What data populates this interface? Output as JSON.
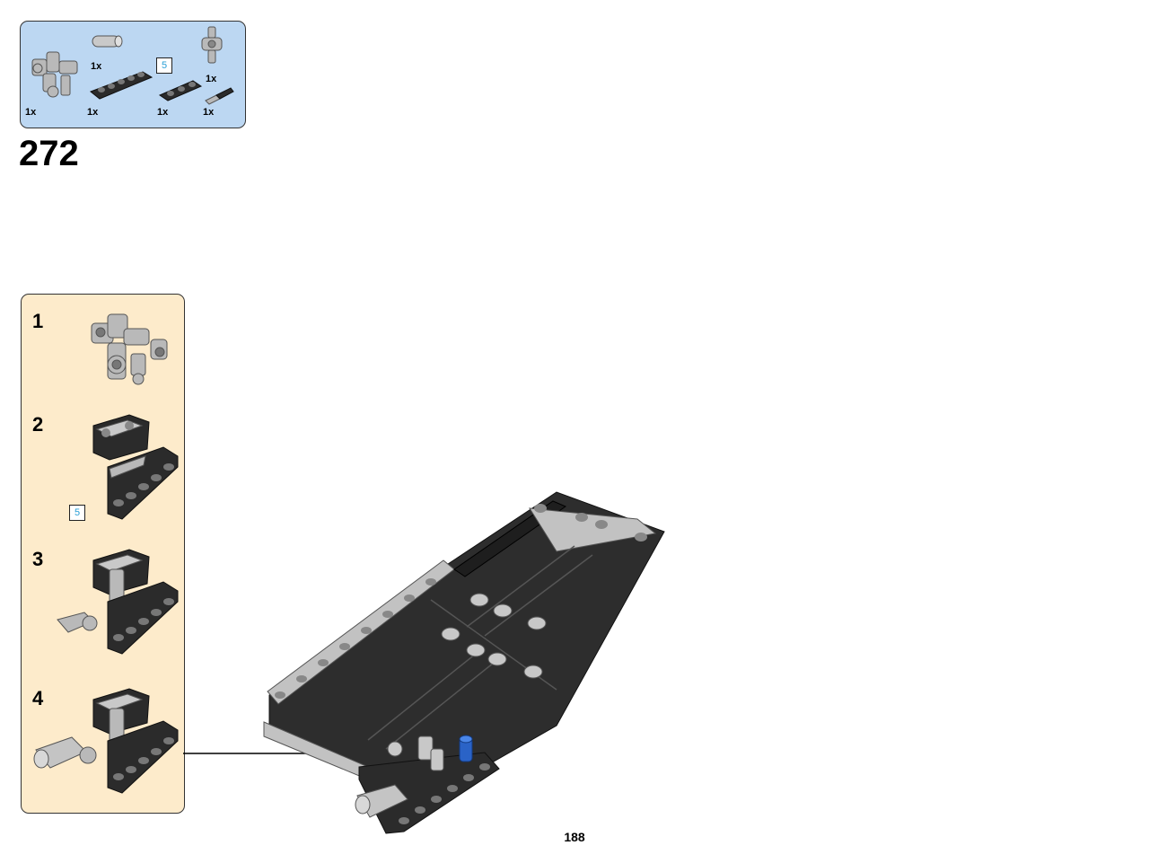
{
  "parts_list": {
    "items": [
      {
        "name": "connector-icon",
        "qty": "1x"
      },
      {
        "name": "pin-connector-icon",
        "qty": "1x"
      },
      {
        "name": "beam-5-icon",
        "qty": "1x"
      },
      {
        "name": "beam-3-icon",
        "qty": "1x"
      },
      {
        "name": "axle-connector-icon",
        "qty": "1x"
      },
      {
        "name": "axle-pin-icon",
        "qty": "1x"
      }
    ],
    "length_badge": "5"
  },
  "step": {
    "number": "272"
  },
  "substeps": [
    {
      "number": "1"
    },
    {
      "number": "2",
      "length_badge": "5"
    },
    {
      "number": "3"
    },
    {
      "number": "4"
    }
  ],
  "page": {
    "number": "188"
  },
  "colors": {
    "parts_bg": "#bcd7f2",
    "substep_bg": "#fdebcb",
    "beam_black": "#2b2b2b",
    "part_gray": "#b9b9b9",
    "accent_blue": "#2a63c7",
    "badge_text": "#2a9fd6"
  }
}
